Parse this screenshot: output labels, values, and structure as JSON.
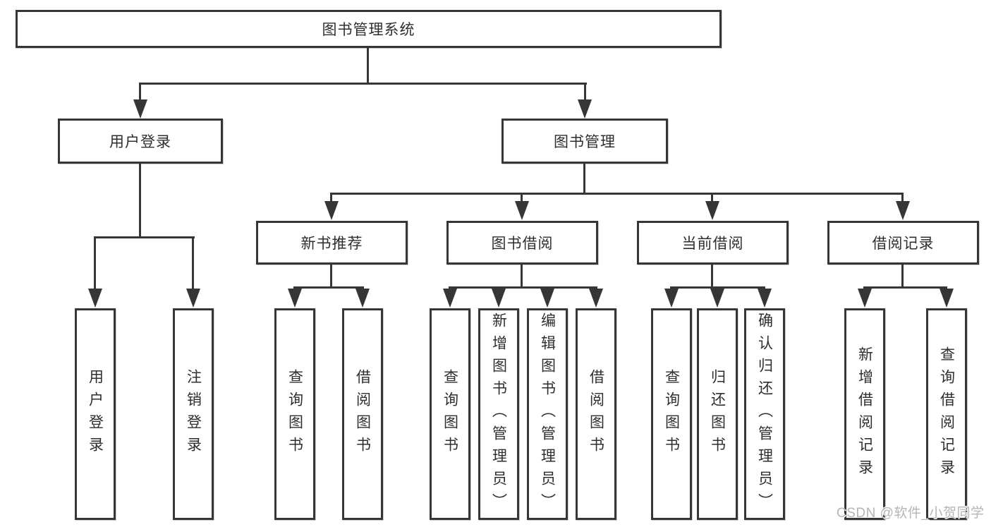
{
  "colors": {
    "line": "#363636",
    "text": "#2e2e2e",
    "watermark": "#b5b5b5",
    "background": "#ffffff"
  },
  "watermark": {
    "text": "CSDN @软件_小贺同学"
  },
  "tree": {
    "root": {
      "label": "图书管理系统"
    },
    "branches": [
      {
        "label": "用户登录",
        "children": [
          {
            "label": "用户登录"
          },
          {
            "label": "注销登录"
          }
        ]
      },
      {
        "label": "图书管理",
        "groups": [
          {
            "label": "新书推荐",
            "children": [
              {
                "label": "查询图书"
              },
              {
                "label": "借阅图书"
              }
            ]
          },
          {
            "label": "图书借阅",
            "children": [
              {
                "label": "查询图书"
              },
              {
                "label": "新增图书（管理员）"
              },
              {
                "label": "编辑图书（管理员）"
              },
              {
                "label": "借阅图书"
              }
            ]
          },
          {
            "label": "当前借阅",
            "children": [
              {
                "label": "查询图书"
              },
              {
                "label": "归还图书"
              },
              {
                "label": "确认归还（管理员）"
              }
            ]
          },
          {
            "label": "借阅记录",
            "children": [
              {
                "label": "新增借阅记录"
              },
              {
                "label": "查询借阅记录"
              }
            ]
          }
        ]
      }
    ]
  }
}
